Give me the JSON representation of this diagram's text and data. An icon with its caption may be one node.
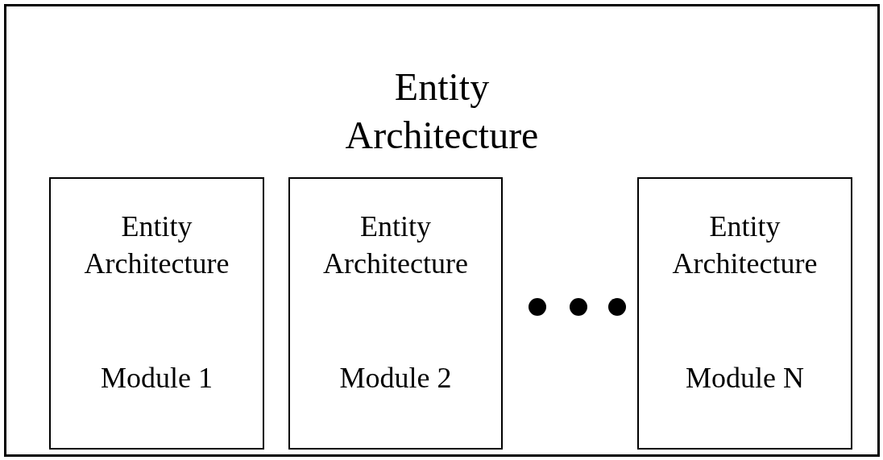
{
  "diagram": {
    "nodes": [
      {
        "text": [
          "Entity Architecture"
        ]
      },
      {
        "text": [
          "Entity Architecture",
          "Module 1"
        ],
        "in": 0
      },
      {
        "text": [
          "Entity Architecture",
          "Module 2"
        ],
        "in": 0
      },
      {
        "text": [
          "Entity Architecture",
          "Module N"
        ],
        "in": 0
      }
    ]
  }
}
